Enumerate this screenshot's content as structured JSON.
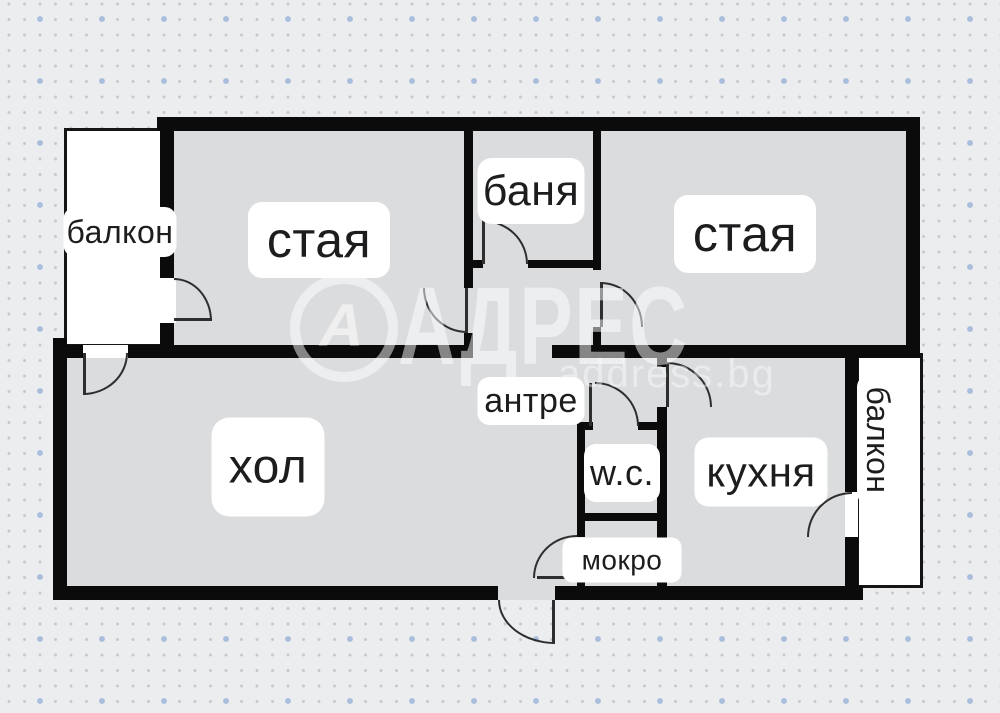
{
  "floorplan": {
    "rooms": [
      {
        "id": "balcony-left",
        "label": "балкон"
      },
      {
        "id": "bedroom-left",
        "label": "стая"
      },
      {
        "id": "bathroom",
        "label": "баня"
      },
      {
        "id": "bedroom-right",
        "label": "стая"
      },
      {
        "id": "hallway",
        "label": "антре"
      },
      {
        "id": "living-room",
        "label": "хол"
      },
      {
        "id": "wc",
        "label": "w.c."
      },
      {
        "id": "kitchen",
        "label": "кухня"
      },
      {
        "id": "utility",
        "label": "мокро"
      },
      {
        "id": "balcony-right",
        "label": "балкон"
      }
    ],
    "watermark": {
      "logo_letter": "А",
      "brand": "АДРЕС",
      "site": "address.bg"
    },
    "colors": {
      "background": "#ecedef",
      "room_fill": "#dbdcde",
      "wall": "#0b0b0b",
      "label_bg": "#ffffff",
      "label_text": "#1d1d1f",
      "dot": "#c6c8cc",
      "accent_dot": "#a9bedd"
    }
  }
}
